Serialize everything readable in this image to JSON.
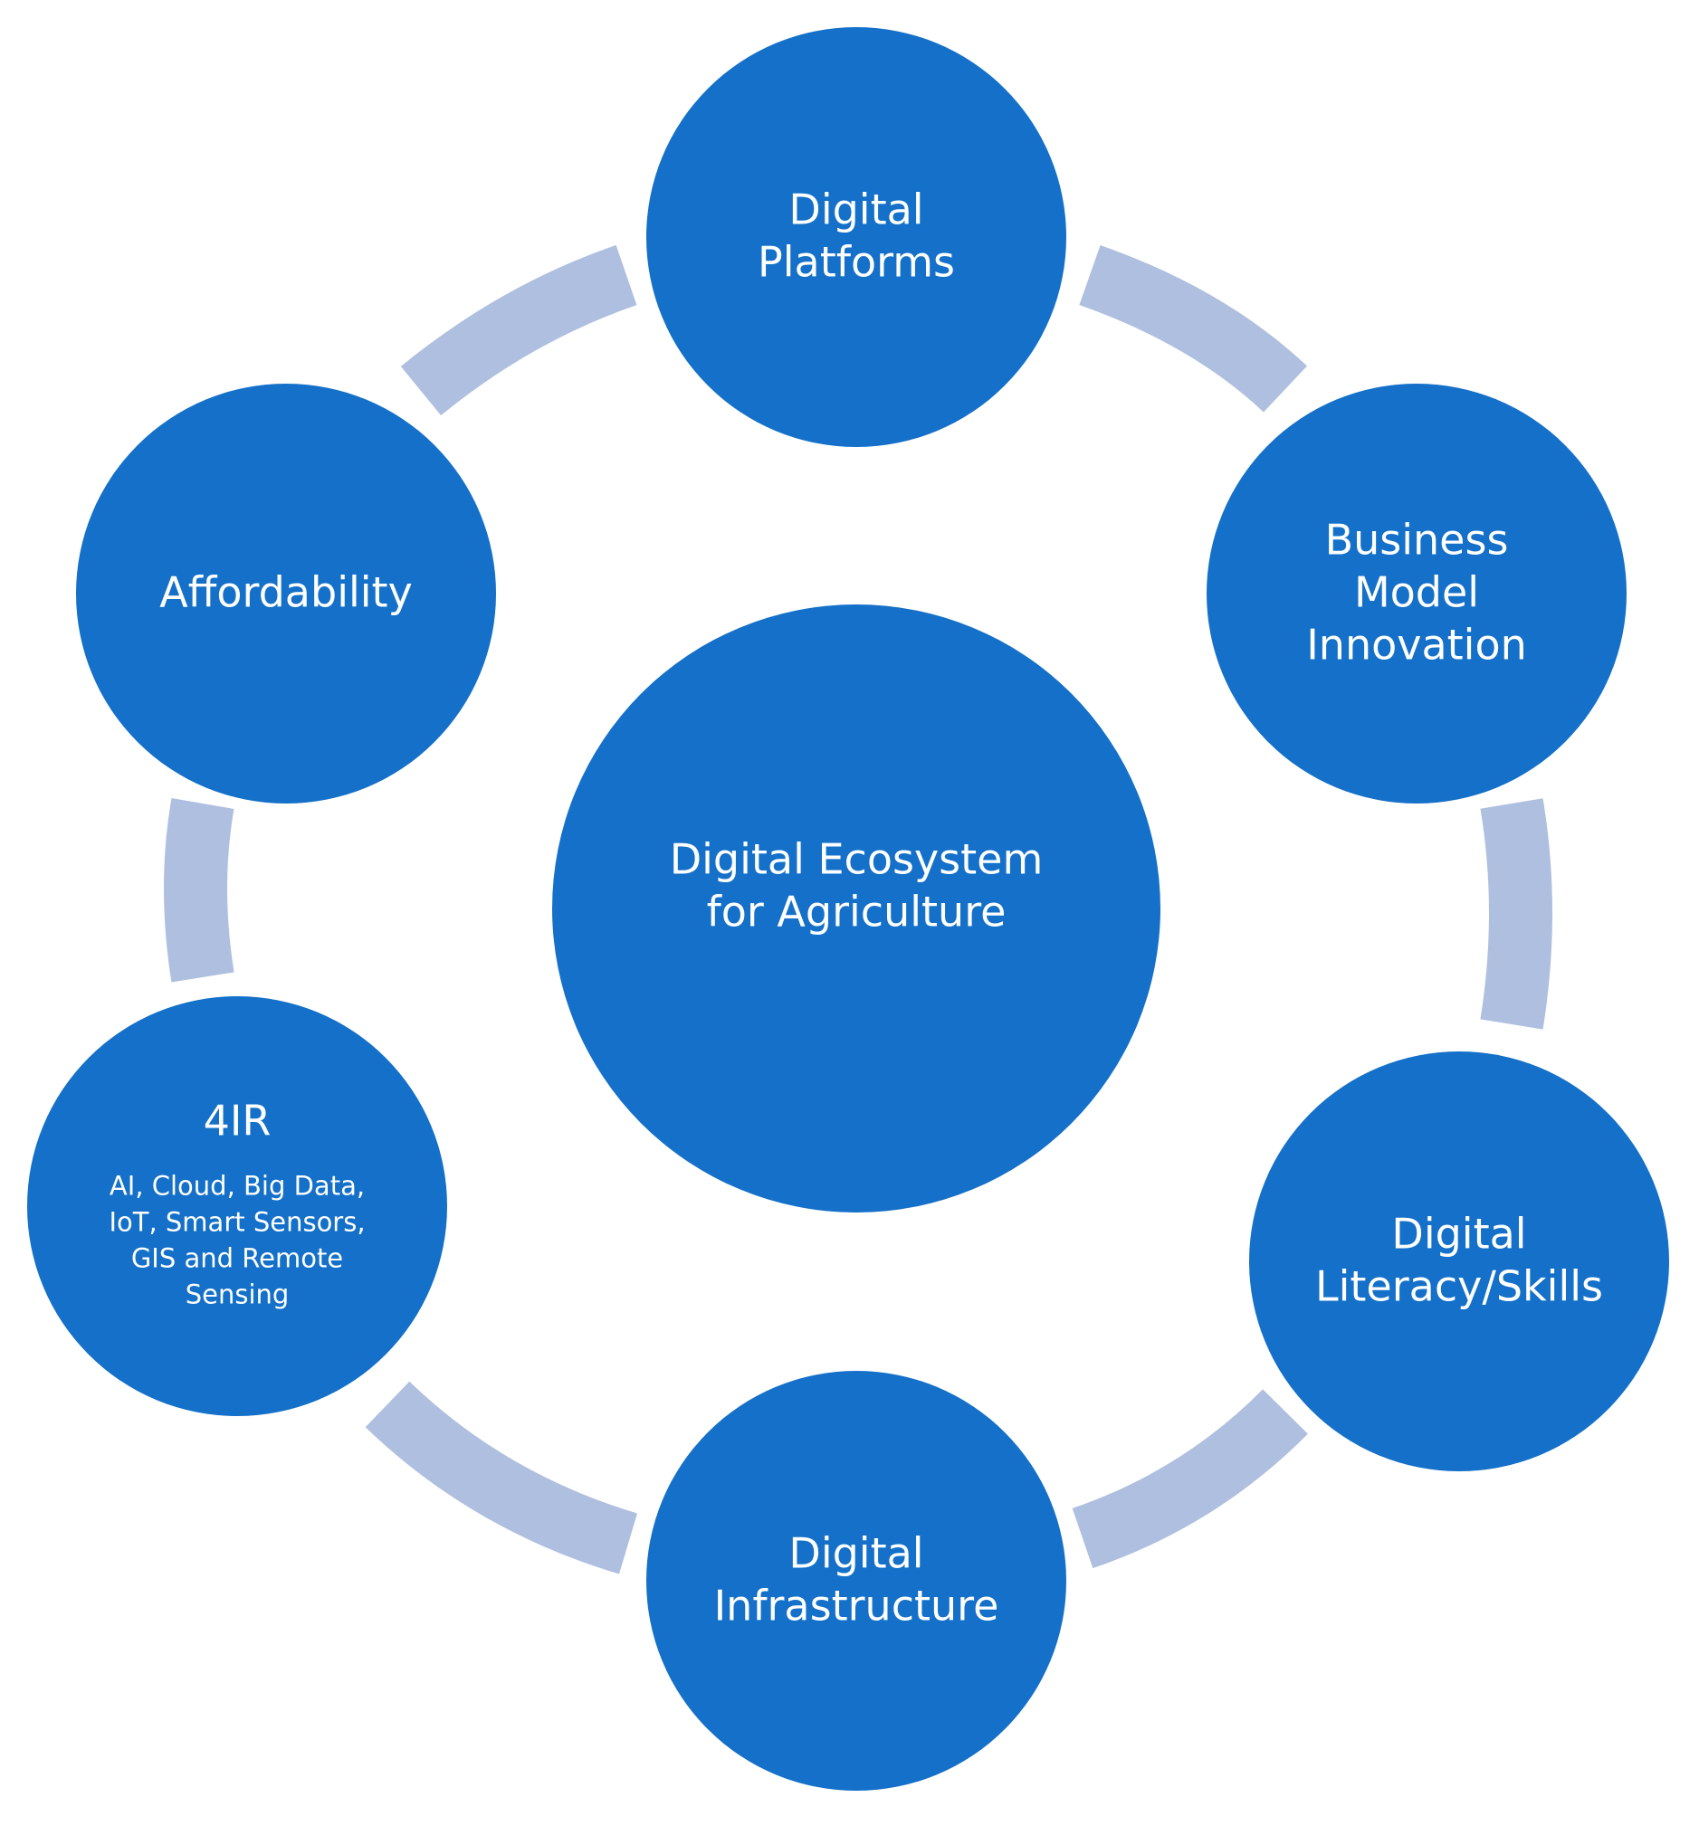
{
  "colors": {
    "node_fill": "#1470C8",
    "connector": "#AEBFE0",
    "text": "#FFFFFF",
    "background": "#FFFFFF"
  },
  "center": {
    "label_lines": [
      "Digital Ecosystem",
      "for Agriculture"
    ]
  },
  "nodes": [
    {
      "id": "digital-platforms",
      "label_lines": [
        "Digital",
        "Platforms"
      ]
    },
    {
      "id": "business-model-innovation",
      "label_lines": [
        "Business",
        "Model",
        "Innovation"
      ]
    },
    {
      "id": "digital-literacy-skills",
      "label_lines": [
        "Digital",
        "Literacy/Skills"
      ]
    },
    {
      "id": "digital-infrastructure",
      "label_lines": [
        "Digital",
        "Infrastructure"
      ]
    },
    {
      "id": "4ir",
      "label_lines": [
        "4IR"
      ],
      "sub_lines": [
        "AI, Cloud, Big Data,",
        "IoT, Smart Sensors,",
        "GIS and Remote",
        "Sensing"
      ]
    },
    {
      "id": "affordability",
      "label_lines": [
        "Affordability"
      ]
    }
  ]
}
